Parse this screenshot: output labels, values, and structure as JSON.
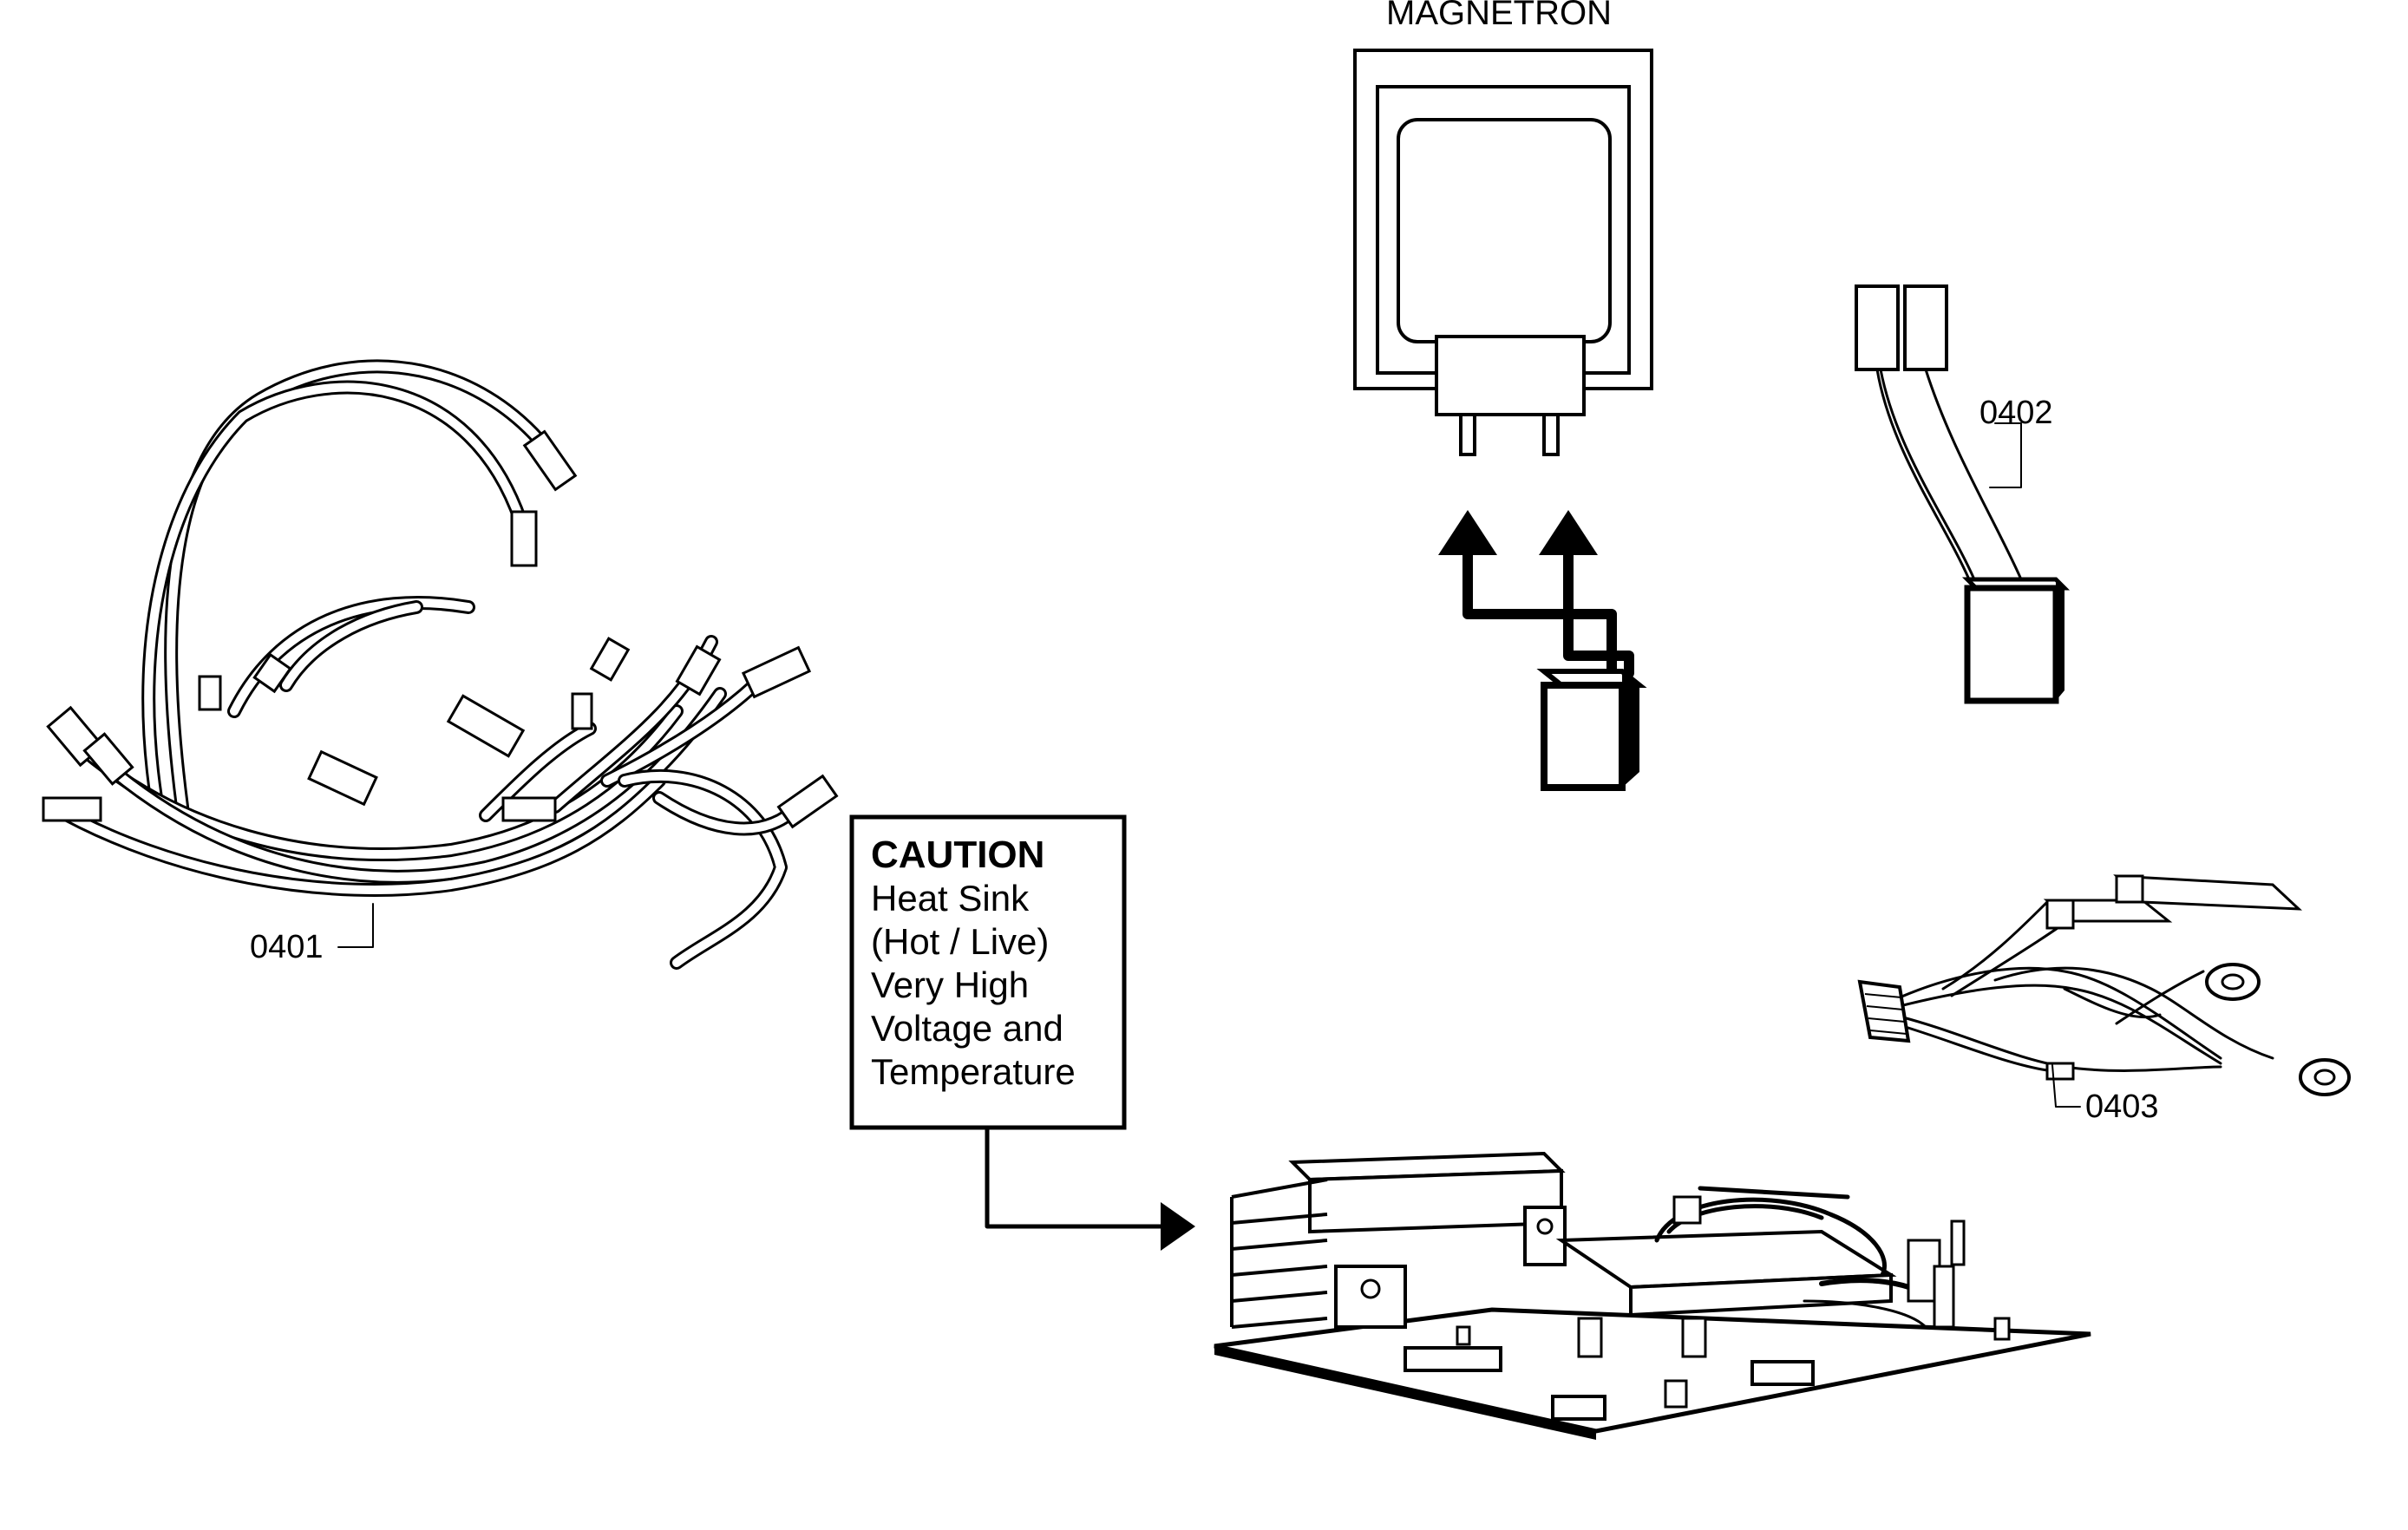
{
  "labels": {
    "magnetron": "MAGNETRON",
    "part_0401": "0401",
    "part_0402": "0402",
    "part_0403": "0403"
  },
  "caution": {
    "heading": "CAUTION",
    "lines": [
      "Heat Sink",
      "(Hot / Live)",
      "Very High",
      "Voltage and",
      "Temperature"
    ]
  },
  "colors": {
    "ink": "#000000",
    "paper": "#ffffff"
  }
}
